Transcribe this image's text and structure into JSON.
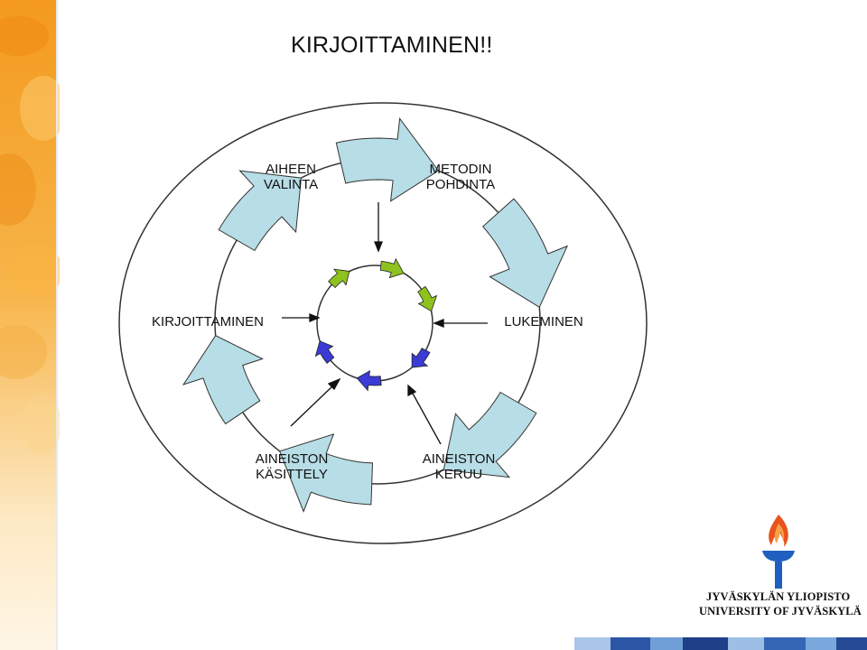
{
  "slide": {
    "title": "KIRJOITTAMINEN!!"
  },
  "diagram": {
    "nodes": [
      {
        "id": "aiheen-valinta",
        "lines": [
          "AIHEEN",
          "VALINTA"
        ]
      },
      {
        "id": "metodin-pohdinta",
        "lines": [
          "METODIN",
          "POHDINTA"
        ]
      },
      {
        "id": "lukeminen",
        "lines": [
          "LUKEMINEN"
        ]
      },
      {
        "id": "aineiston-keruu",
        "lines": [
          "AINEISTON",
          "KERUU"
        ]
      },
      {
        "id": "aineiston-kasittely",
        "lines": [
          "AINEISTON",
          "KÄSITTELY"
        ]
      },
      {
        "id": "kirjoittaminen",
        "lines": [
          "KIRJOITTAMINEN"
        ]
      }
    ],
    "colors": {
      "outer_arrow": "#b7dde6",
      "inner_arrow_green": "#8dc21f",
      "inner_arrow_blue": "#3b3bd6",
      "stroke": "#333333"
    }
  },
  "logo": {
    "line1": "JYVÄSKYLÄN YLIOPISTO",
    "line2": "UNIVERSITY OF JYVÄSKYLÄ",
    "colors": {
      "flame": "#e8541c",
      "torch": "#1f5fbf"
    }
  },
  "decor": {
    "left_strip_colors": [
      "#f6a02a",
      "#f9c25a",
      "#fde6b2"
    ],
    "bottom_strip_colors": [
      "#2a4f9c",
      "#6fa0d8",
      "#a6c7ea"
    ]
  }
}
